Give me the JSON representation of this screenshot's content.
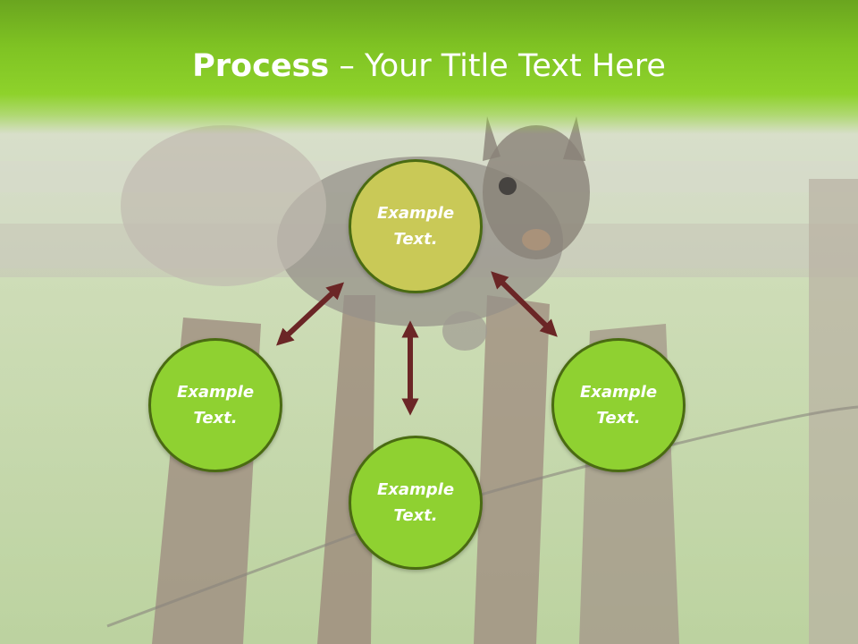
{
  "slide": {
    "title_bold": "Process",
    "title_rest": " – Your Title Text Here",
    "accent_color": "#8ed22b",
    "arrow_color": "#6b2626",
    "photo_icon": "squirrel-on-fence-photo"
  },
  "cycle": {
    "top": {
      "line1": "Example",
      "line2": "Text.",
      "fill": "#c9c957"
    },
    "left": {
      "line1": "Example",
      "line2": "Text.",
      "fill": "#8fd131"
    },
    "bottom": {
      "line1": "Example",
      "line2": "Text.",
      "fill": "#8fd131"
    },
    "right": {
      "line1": "Example",
      "line2": "Text.",
      "fill": "#8fd131"
    }
  }
}
